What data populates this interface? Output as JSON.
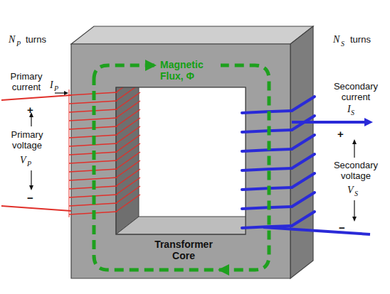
{
  "diagram": {
    "labels": [
      "N",
      "P",
      "turns",
      "Primary current",
      "I",
      "P",
      "+",
      "Primary voltage",
      "V",
      "P",
      "−",
      "Magnetic Flux, Φ",
      "Transformer Core",
      "N",
      "S",
      "turns",
      "Secondary current",
      "I",
      "S",
      "+",
      "Secondary voltage",
      "V",
      "S",
      "−"
    ]
  }
}
